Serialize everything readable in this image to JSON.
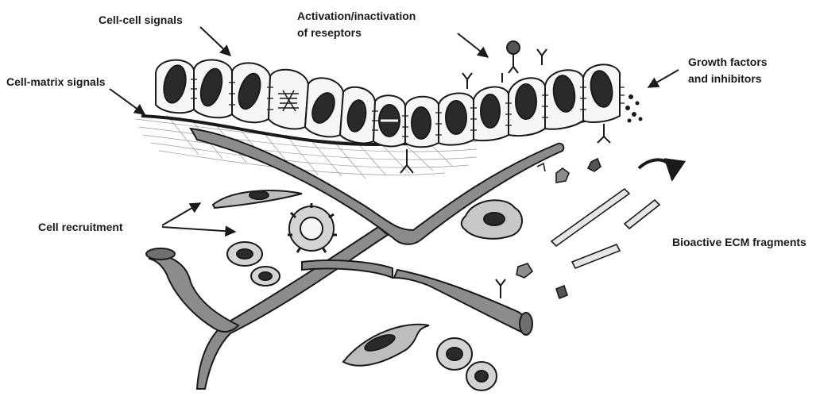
{
  "labels": {
    "cell_cell": "Cell-cell signals",
    "cell_matrix": "Cell-matrix signals",
    "activation_1": "Activation/inactivation",
    "activation_2": "of reseptors",
    "growth_1": "Growth factors",
    "growth_2": "and inhibitors",
    "recruitment": "Cell recruitment",
    "ecm": "Bioactive ECM fragments"
  },
  "colors": {
    "ink": "#1a1a1a",
    "vessel_fill": "#8c8c8c",
    "cell_fill": "#f6f6f6",
    "nucleus": "#2a2a2a"
  }
}
